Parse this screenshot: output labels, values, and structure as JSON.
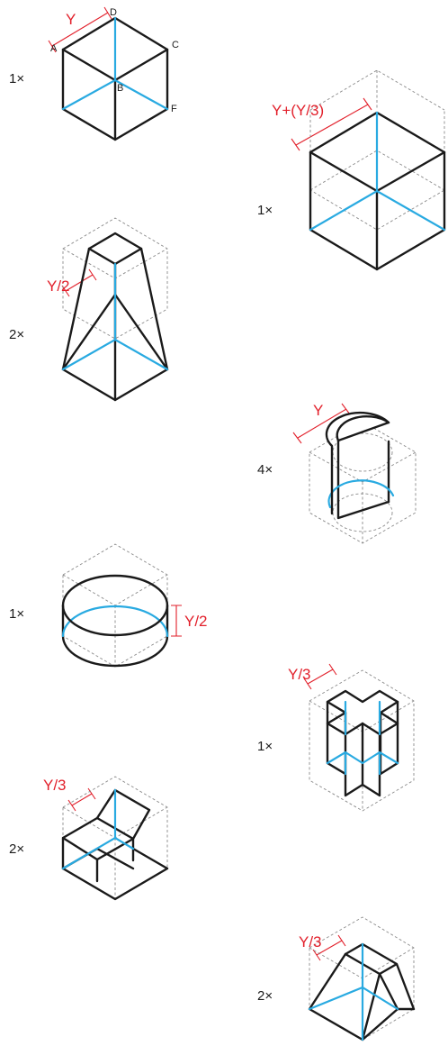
{
  "colors": {
    "outline": "#1a1a1a",
    "axis": "#29aae1",
    "dimension": "#e2202b",
    "hidden": "#8a8a8a"
  },
  "figures": [
    {
      "count": "1×",
      "dimension": "Y",
      "vertices": {
        "a": "A",
        "b": "B",
        "c": "C",
        "d": "D",
        "f": "F"
      }
    },
    {
      "count": "1×",
      "dimension": "Y+(Y/3)"
    },
    {
      "count": "2×",
      "dimension": "Y/2"
    },
    {
      "count": "4×",
      "dimension": "Y"
    },
    {
      "count": "1×",
      "dimension": "Y/2"
    },
    {
      "count": "1×",
      "dimension": "Y/3"
    },
    {
      "count": "2×",
      "dimension": "Y/3"
    },
    {
      "count": "2×",
      "dimension": "Y/3"
    }
  ]
}
